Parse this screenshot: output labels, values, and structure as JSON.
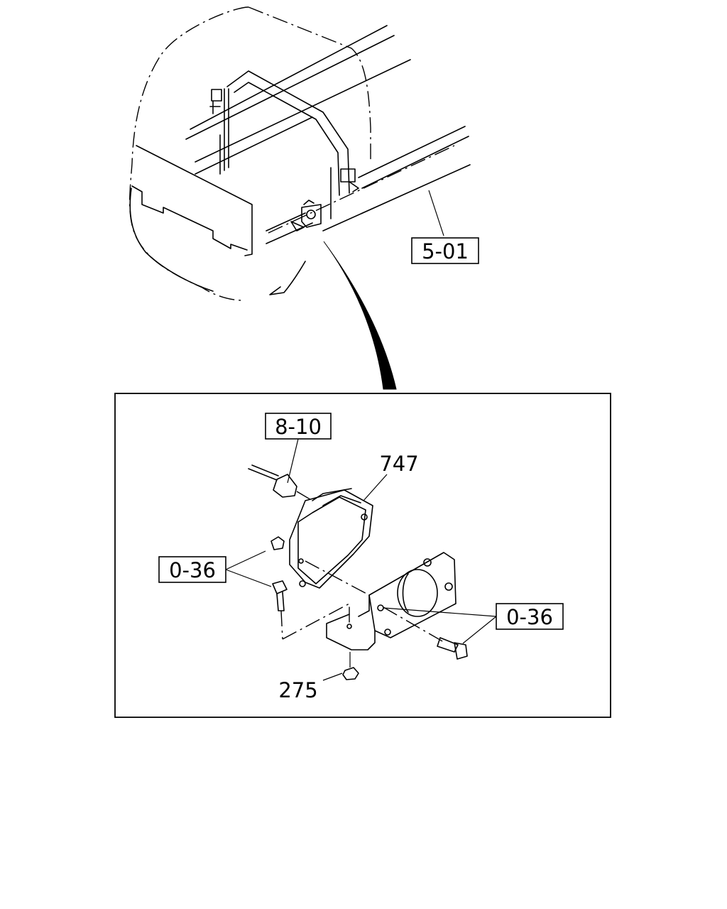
{
  "diagram": {
    "labels": {
      "ref_frame": "5-01",
      "ref_harness": "8-10",
      "part_controller": "747",
      "ref_bolts_left": "0-36",
      "ref_bolts_right": "0-36",
      "part_nut": "275"
    }
  }
}
